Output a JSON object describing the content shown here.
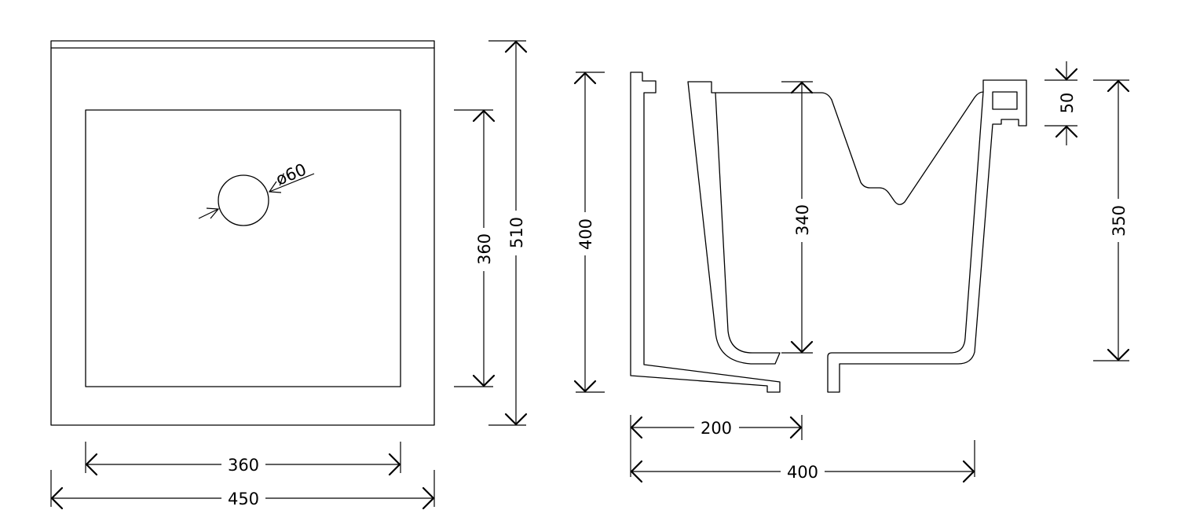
{
  "top_view": {
    "width_outer": "450",
    "width_inner": "360",
    "height_inner": "360",
    "height_outer": "510",
    "hole_diameter": "ø60"
  },
  "side_view": {
    "height_total": "400",
    "inner_depth": "340",
    "front_to_center": "200",
    "depth_total": "400",
    "rim_height": "50",
    "height_back": "350"
  }
}
